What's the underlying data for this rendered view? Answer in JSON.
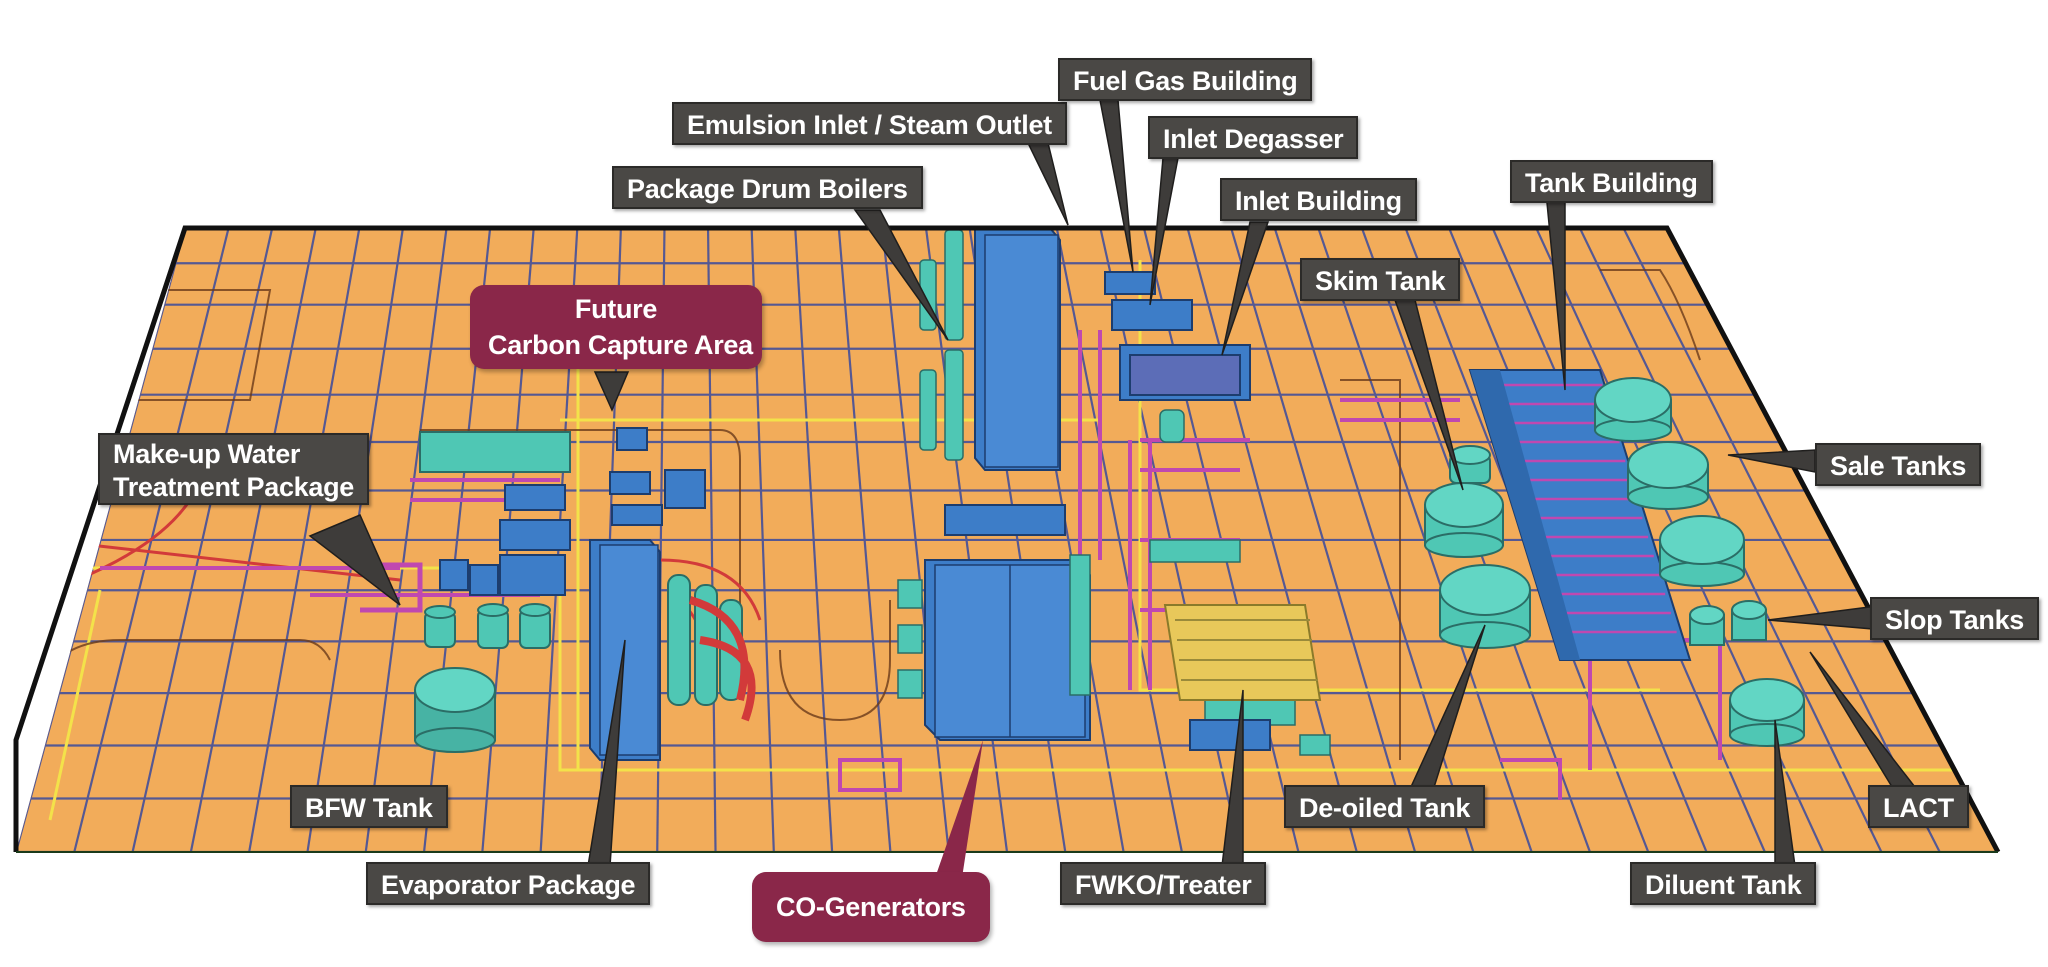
{
  "diagram": {
    "title": "",
    "colors": {
      "ground": "#f2ac5a",
      "grid": "#3a4a9e",
      "building_blue": "#3d7dc8",
      "equipment_teal": "#4fc7b4",
      "piping_magenta": "#c048b0",
      "pipe_red": "#d23a3a",
      "road_yellow": "#f3e24a",
      "label_dark": "#4a4845",
      "label_red": "#8a2749",
      "frame": "#111111"
    },
    "labels": {
      "emulsion_inlet": "Emulsion Inlet / Steam Outlet",
      "fuel_gas_building": "Fuel Gas Building",
      "inlet_degasser": "Inlet Degasser",
      "package_drum_boilers": "Package Drum Boilers",
      "inlet_building": "Inlet Building",
      "tank_building": "Tank Building",
      "skim_tank": "Skim Tank",
      "future_carbon_capture_line1": "Future",
      "future_carbon_capture_line2": "Carbon Capture Area",
      "makeup_water_line1": "Make-up Water",
      "makeup_water_line2": "Treatment Package",
      "sale_tanks": "Sale Tanks",
      "slop_tanks": "Slop Tanks",
      "bfw_tank": "BFW Tank",
      "deoiled_tank": "De-oiled Tank",
      "lact": "LACT",
      "evaporator_package": "Evaporator Package",
      "co_generators": "CO-Generators",
      "fwko_treater": "FWKO/Treater",
      "diluent_tank": "Diluent Tank"
    }
  }
}
